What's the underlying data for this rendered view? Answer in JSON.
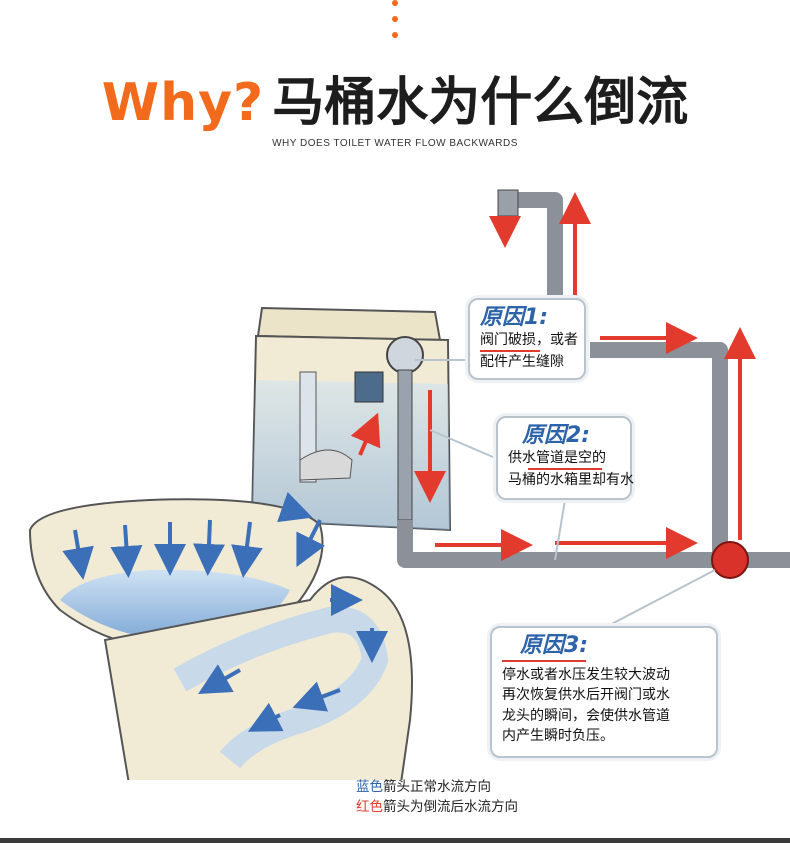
{
  "header": {
    "title_accent": "Why?",
    "title_main": "马桶水为什么倒流",
    "subtitle": "WHY DOES TOILET WATER FLOW BACKWARDS"
  },
  "callouts": [
    {
      "heading": "原因1:",
      "lines": [
        "阀门破损，或者",
        "配件产生缝隙"
      ]
    },
    {
      "heading": "原因2:",
      "lines": [
        "供水管道是空的",
        "马桶的水箱里却有水"
      ]
    },
    {
      "heading": "原因3:",
      "lines": [
        "停水或者水压发生较大波动",
        "再次恢复供水后开阀门或水",
        "龙头的瞬间，会使供水管道",
        "内产生瞬时负压。"
      ]
    }
  ],
  "legend": {
    "blue_word": "蓝色",
    "blue_rest": "箭头正常水流方向",
    "red_word": "红色",
    "red_rest": "箭头为倒流后水流方向"
  },
  "colors": {
    "accent": "#f26a1b",
    "heading_blue": "#2d63a8",
    "arrow_red": "#e23b2e",
    "arrow_blue": "#3b6fb8",
    "pipe": "#8b9099",
    "toilet": "#efe8d2"
  }
}
